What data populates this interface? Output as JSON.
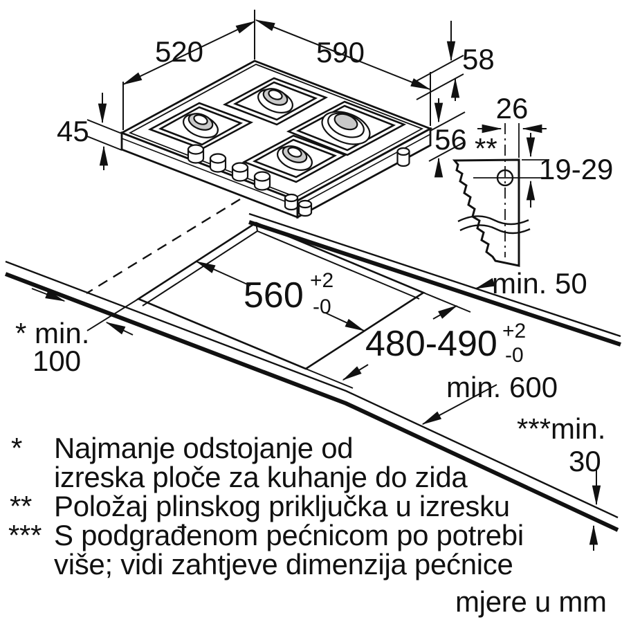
{
  "diagram": {
    "hob": {
      "dim_depth": "520",
      "dim_width": "590",
      "dim_height_top": "58",
      "dim_height_front": "45",
      "dim_height_bottom": "56"
    },
    "gas_connection_detail": {
      "dim_horizontal": "26",
      "marker": "**",
      "dim_vertical": "19-29"
    },
    "cutout": {
      "dim_width": "560",
      "dim_width_tol_plus": "+2",
      "dim_width_tol_minus": "-0",
      "dim_depth": "480-490",
      "dim_depth_tol_plus": "+2",
      "dim_depth_tol_minus": "-0",
      "rear_clearance": "min. 50",
      "worktop_depth": "min. 600",
      "wall_clearance_label": "* min.",
      "wall_clearance_value": "100",
      "front_clearance_label": "***min.",
      "front_clearance_value": "30"
    },
    "footnotes": [
      {
        "marker": "*",
        "line1": "Najmanje odstojanje od",
        "line2": "izreska ploče za kuhanje do zida"
      },
      {
        "marker": "**",
        "line1": "Položaj plinskog priključka u izresku",
        "line2": ""
      },
      {
        "marker": "***",
        "line1": "S podgrađenom pećnicom po potrebi",
        "line2": "više; vidi zahtjeve dimenzija pećnice"
      }
    ],
    "units_note": "mjere u mm",
    "colors": {
      "line": "#111111",
      "burner_fill": "#c9c9c9"
    }
  }
}
